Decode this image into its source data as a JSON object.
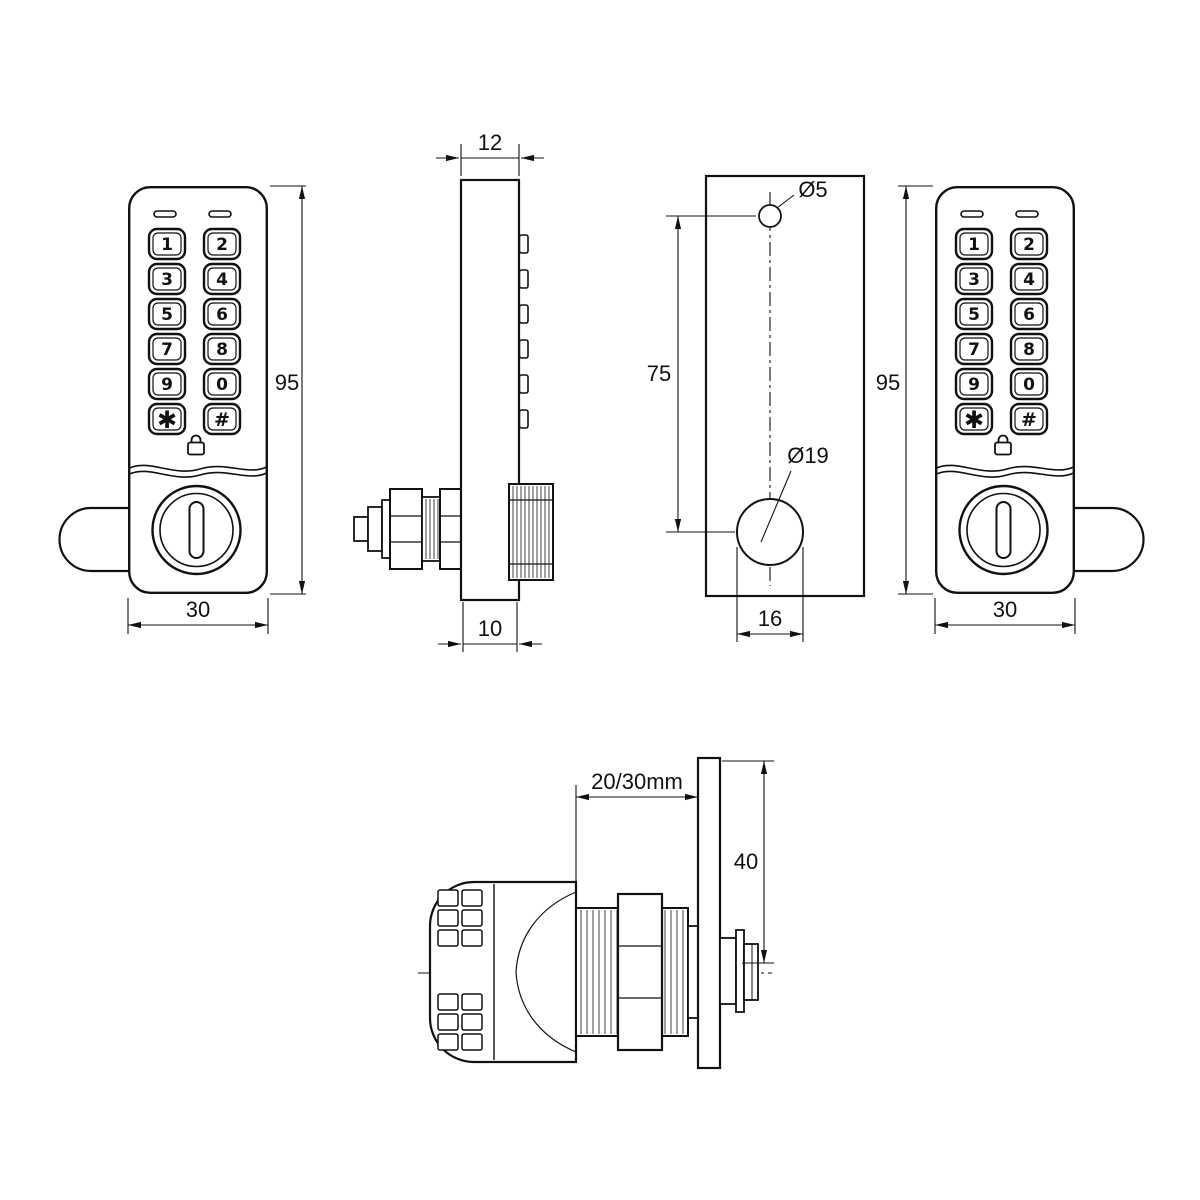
{
  "keypad": {
    "keys": [
      "1",
      "2",
      "3",
      "4",
      "5",
      "6",
      "7",
      "8",
      "9",
      "0",
      "✱",
      "#"
    ]
  },
  "dims": {
    "front_left": {
      "height": "95",
      "width": "30"
    },
    "side": {
      "top_thickness": "12",
      "bottom_thickness": "10"
    },
    "plate": {
      "top_hole": "Ø5",
      "hole_spacing": "75",
      "main_hole": "Ø19",
      "hole_width": "16"
    },
    "front_right": {
      "height": "95",
      "width": "30"
    },
    "assembly": {
      "barrel_length": "20/30mm",
      "cam_length": "40"
    }
  }
}
